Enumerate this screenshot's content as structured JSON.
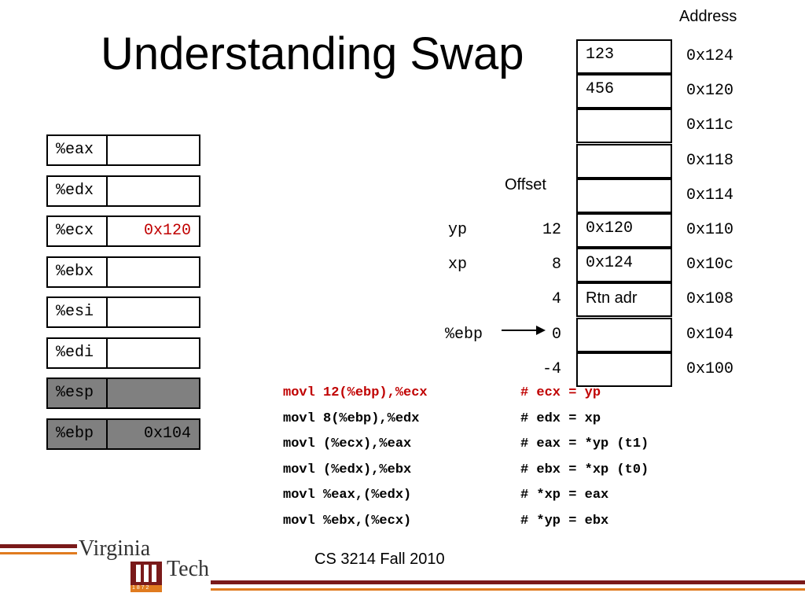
{
  "title": "Understanding Swap",
  "headers": {
    "address": "Address",
    "offset": "Offset"
  },
  "registers": [
    {
      "name": "%eax",
      "value": "",
      "shaded": false
    },
    {
      "name": "%edx",
      "value": "",
      "shaded": false
    },
    {
      "name": "%ecx",
      "value": "0x120",
      "shaded": false,
      "value_color": "#c00000"
    },
    {
      "name": "%ebx",
      "value": "",
      "shaded": false
    },
    {
      "name": "%esi",
      "value": "",
      "shaded": false
    },
    {
      "name": "%edi",
      "value": "",
      "shaded": false
    },
    {
      "name": "%esp",
      "value": "",
      "shaded": true
    },
    {
      "name": "%ebp",
      "value": "0x104",
      "shaded": true
    }
  ],
  "stack": [
    {
      "content": "123",
      "address": "0x124"
    },
    {
      "content": "456",
      "address": "0x120"
    },
    {
      "content": "",
      "address": "0x11c"
    },
    {
      "content": "",
      "address": "0x118"
    },
    {
      "content": "",
      "address": "0x114"
    },
    {
      "content": "0x120",
      "address": "0x110",
      "label": "yp",
      "offset": "12"
    },
    {
      "content": "0x124",
      "address": "0x10c",
      "label": "xp",
      "offset": "8"
    },
    {
      "content": "Rtn adr",
      "address": "0x108",
      "offset": "4"
    },
    {
      "content": "",
      "address": "0x104",
      "label": "%ebp",
      "offset": "0"
    },
    {
      "content": "",
      "address": "0x100",
      "offset": "-4"
    }
  ],
  "code": [
    {
      "instr": "movl 12(%ebp),%ecx",
      "comment": "# ecx = yp",
      "highlight": true
    },
    {
      "instr": "movl 8(%ebp),%edx",
      "comment": "# edx = xp",
      "highlight": false
    },
    {
      "instr": "movl (%ecx),%eax",
      "comment": "# eax = *yp (t1)",
      "highlight": false
    },
    {
      "instr": "movl (%edx),%ebx",
      "comment": "# ebx = *xp (t0)",
      "highlight": false
    },
    {
      "instr": "movl %eax,(%edx)",
      "comment": "# *xp = eax",
      "highlight": false
    },
    {
      "instr": "movl %ebx,(%ecx)",
      "comment": "# *yp = ebx",
      "highlight": false
    }
  ],
  "footer": {
    "course": "CS 3214 Fall 2010",
    "logo_text_1": "Virginia",
    "logo_text_2": "Tech",
    "logo_year": "1 8 7 2"
  },
  "colors": {
    "highlight": "#c00000",
    "shaded": "#808080",
    "maroon": "#7a1a1a",
    "orange": "#e07b1f"
  }
}
